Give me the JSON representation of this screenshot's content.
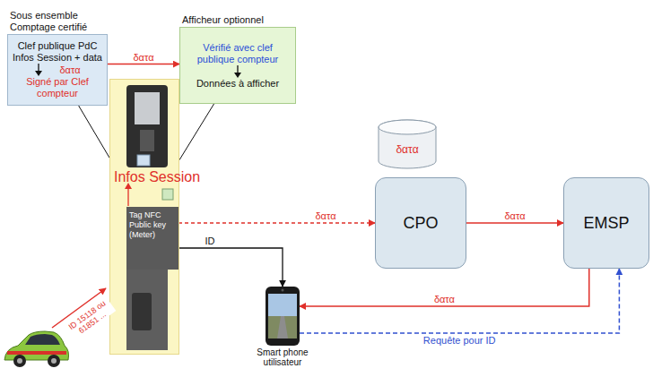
{
  "diagram": {
    "nodes": [
      {
        "text": [
          "Sous ensemble Comptage certifié",
          "Clef publique PdC",
          "Infos Session + data",
          "δατα",
          "Signé par Clef compteur"
        ]
      },
      {
        "text": [
          "Afficheur optionnel",
          "Vérifié avec clef publique compteur",
          "Données à afficher"
        ]
      },
      {
        "text": [
          "Infos Session"
        ]
      },
      {
        "text": [
          "Tag NFC Public key (Meter)"
        ],
        "in": 2
      },
      {
        "text": [
          "δατα"
        ]
      },
      {
        "text": [
          "CPO"
        ]
      },
      {
        "text": [
          "EMSP"
        ]
      },
      {
        "text": [
          "Smart phone utilisateur"
        ]
      }
    ],
    "edges": [
      {
        "from": 0,
        "to": 1,
        "label": "δατα",
        "arrow": "to"
      },
      {
        "from": 3,
        "to": 5,
        "label": "δατα",
        "arrow": "to"
      },
      {
        "from": 5,
        "to": 6,
        "label": "δατα",
        "arrow": "to"
      },
      {
        "from": 3,
        "to": 7,
        "label": "ID",
        "arrow": "to"
      },
      {
        "from": 6,
        "to": 7,
        "label": "δατα",
        "arrow": "to"
      },
      {
        "from": 7,
        "to": 6,
        "label": "Requête pour ID",
        "arrow": "to"
      },
      {
        "from": 0,
        "to": 2,
        "arrow": "none"
      },
      {
        "from": 1,
        "to": 2,
        "arrow": "none"
      }
    ],
    "labels": [
      "ID 15118 ou 61851 ..."
    ]
  }
}
